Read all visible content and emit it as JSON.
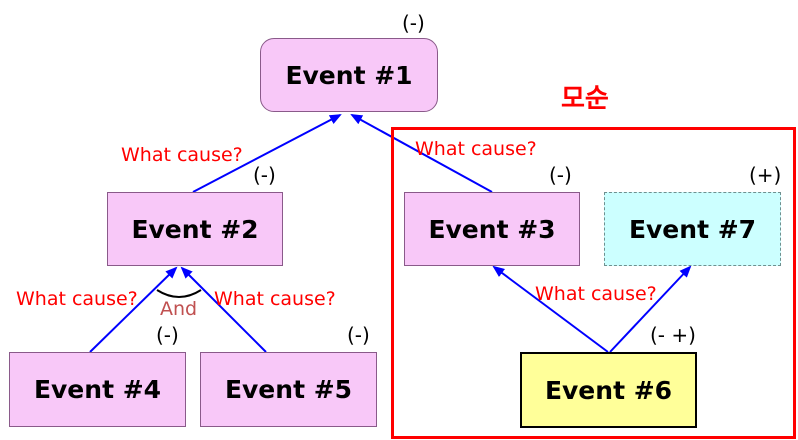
{
  "events": {
    "e1": "Event #1",
    "e2": "Event #2",
    "e3": "Event #3",
    "e4": "Event #4",
    "e5": "Event #5",
    "e6": "Event #6",
    "e7": "Event #7"
  },
  "signs": {
    "e1": "(-)",
    "e2": "(-)",
    "e3": "(-)",
    "e4": "(-)",
    "e5": "(-)",
    "e6": "(-  +)",
    "e7": "(+)"
  },
  "labels": {
    "what_cause": "What cause?",
    "and": "And",
    "contradiction": "모순"
  },
  "colors": {
    "arrow": "#0000ff",
    "frame": "#ff0000",
    "label": "#ff0000",
    "event_fill": "#f8c8f8",
    "event7_fill": "#ccffff",
    "event6_fill": "#ffff99"
  }
}
